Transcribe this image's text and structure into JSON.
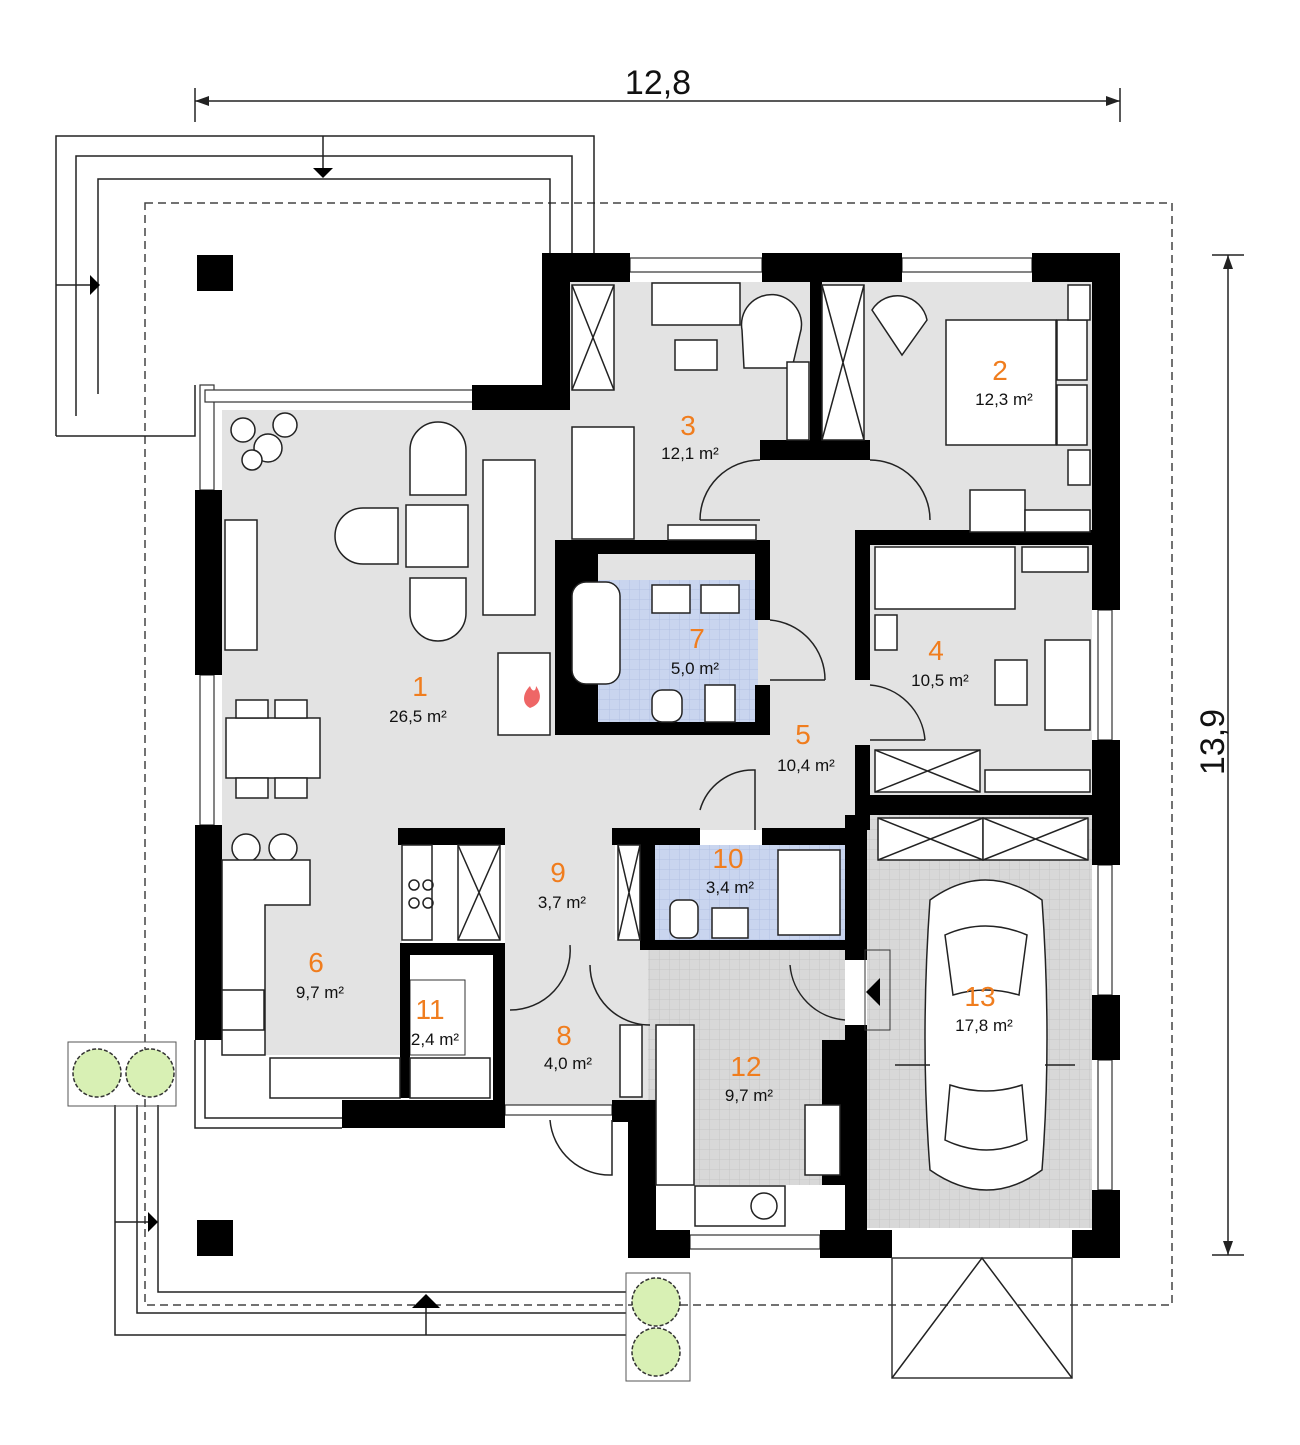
{
  "dimensions": {
    "width": "12,8",
    "depth": "13,9"
  },
  "rooms": [
    {
      "number": "1",
      "area": "26,5 m²"
    },
    {
      "number": "2",
      "area": "12,3 m²"
    },
    {
      "number": "3",
      "area": "12,1 m²"
    },
    {
      "number": "4",
      "area": "10,5 m²"
    },
    {
      "number": "5",
      "area": "10,4 m²"
    },
    {
      "number": "6",
      "area": "9,7 m²"
    },
    {
      "number": "7",
      "area": "5,0 m²"
    },
    {
      "number": "8",
      "area": "4,0 m²"
    },
    {
      "number": "9",
      "area": "3,7 m²"
    },
    {
      "number": "10",
      "area": "3,4 m²"
    },
    {
      "number": "11",
      "area": "2,4 m²"
    },
    {
      "number": "12",
      "area": "9,7 m²"
    },
    {
      "number": "13",
      "area": "17,8 m²"
    }
  ],
  "colors": {
    "label": "#f07d1e",
    "floor": "#e3e3e3",
    "bath": "#c9d5ef",
    "utility": "#d6d6d6",
    "wall": "#000000",
    "tree": "#d8f0b4"
  }
}
